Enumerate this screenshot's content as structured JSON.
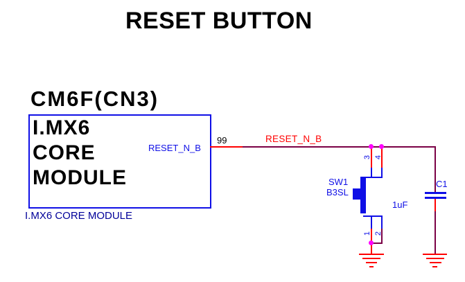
{
  "title": "RESET BUTTON",
  "colors": {
    "wire": "#7A0045",
    "pin_wire": "#FF0000",
    "symbol_blue": "#0F0FE6",
    "caption_blue": "#000099",
    "net_label_red": "#FF0000",
    "junction_magenta": "#FF00FF",
    "text_black": "#000000",
    "background": "#FFFFFF"
  },
  "module": {
    "designator": "CM6F(CN3)",
    "body_lines": [
      "I.MX6",
      "CORE",
      "MODULE"
    ],
    "caption": "I.MX6 CORE MODULE",
    "pin_name": "RESET_N_B",
    "pin_number": "99"
  },
  "net": {
    "label": "RESET_N_B"
  },
  "switch": {
    "reference": "SW1",
    "part_number": "B3SL",
    "pin_numbers": [
      "3",
      "4",
      "1",
      "2"
    ]
  },
  "capacitor": {
    "reference": "C1",
    "value": "1uF"
  }
}
